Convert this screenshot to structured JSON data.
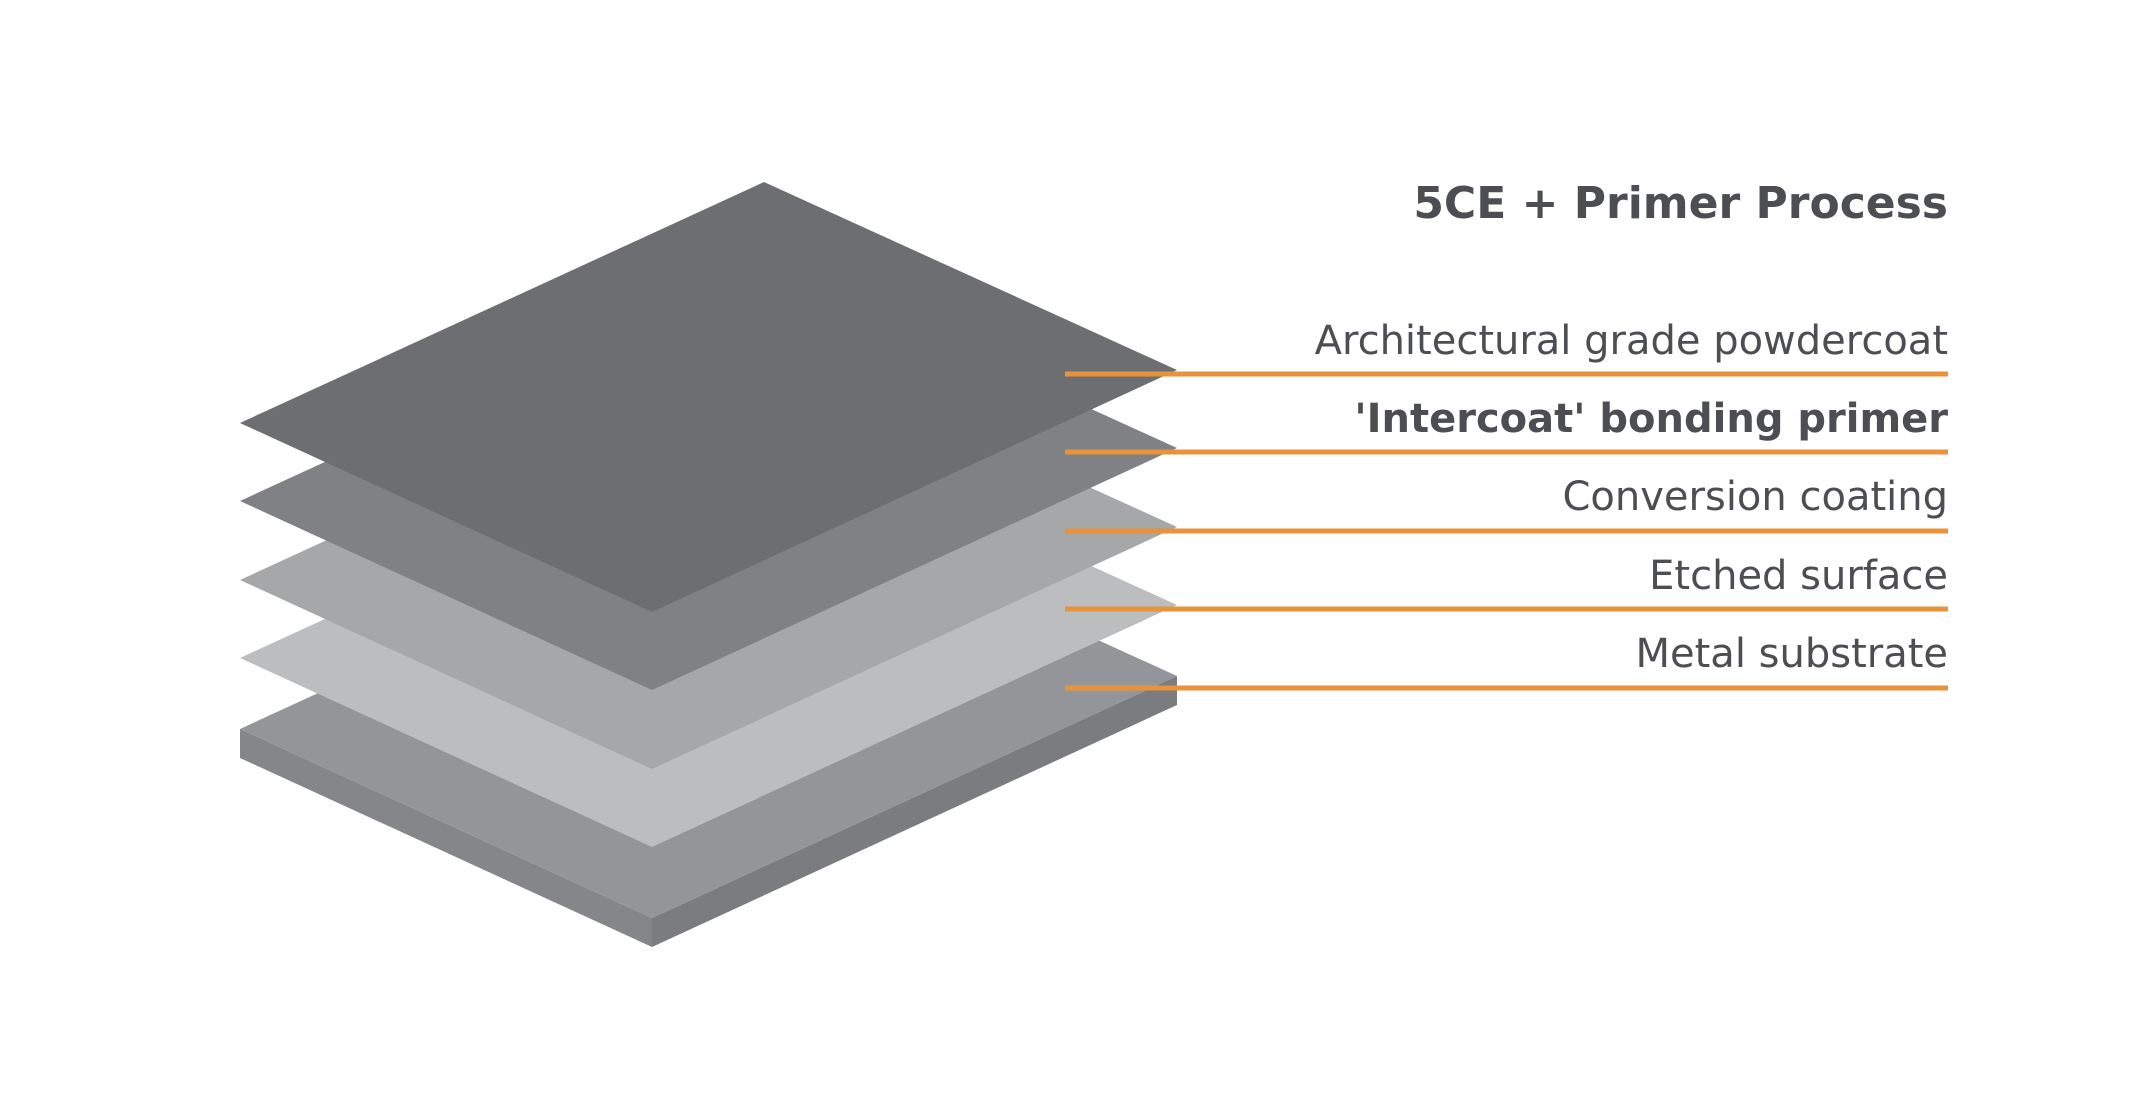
{
  "diagram": {
    "title": "5CE + Primer Process",
    "leader_color": "#e8923a",
    "layers": [
      {
        "label": "Architectural grade powdercoat",
        "bold": false,
        "fill": "#6d6e71"
      },
      {
        "label": "'Intercoat' bonding primer",
        "bold": true,
        "fill": "#808184"
      },
      {
        "label": "Conversion coating",
        "bold": false,
        "fill": "#a6a7a9"
      },
      {
        "label": "Etched surface",
        "bold": false,
        "fill": "#bcbdbf"
      },
      {
        "label": "Metal substrate",
        "bold": false,
        "fill": "#939598",
        "side_fill": "#858689",
        "edge_fill": "#7b7c7f"
      }
    ]
  }
}
